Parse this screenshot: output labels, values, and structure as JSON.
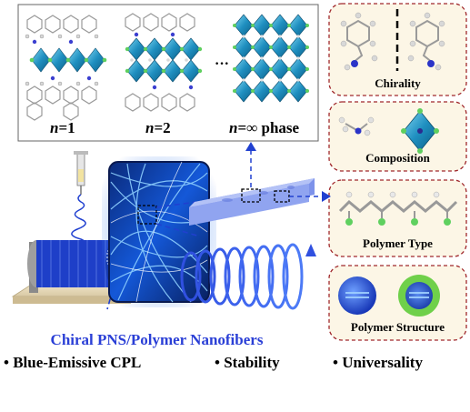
{
  "phases": [
    {
      "italic": "n",
      "rest": "=1"
    },
    {
      "italic": "n",
      "rest": "=2"
    },
    {
      "italic": "n",
      "rest": "=∞ phase"
    }
  ],
  "ellipsis": "···",
  "cards": [
    {
      "label": "Chirality"
    },
    {
      "label": "Composition"
    },
    {
      "label": "Polymer Type"
    },
    {
      "label": "Polymer Structure"
    }
  ],
  "title": "Chiral PNS/Polymer Nanofibers",
  "features": [
    "• Blue-Emissive CPL",
    "• Stability",
    "• Universality"
  ],
  "colors": {
    "title_blue": "#2a3fd6",
    "card_border": "#a0282c",
    "card_fill": "#fcf6e6",
    "octahedra": "#2a8fb8",
    "fiber_blue": "#1f6fe0",
    "arrow_blue": "#3050e0"
  }
}
